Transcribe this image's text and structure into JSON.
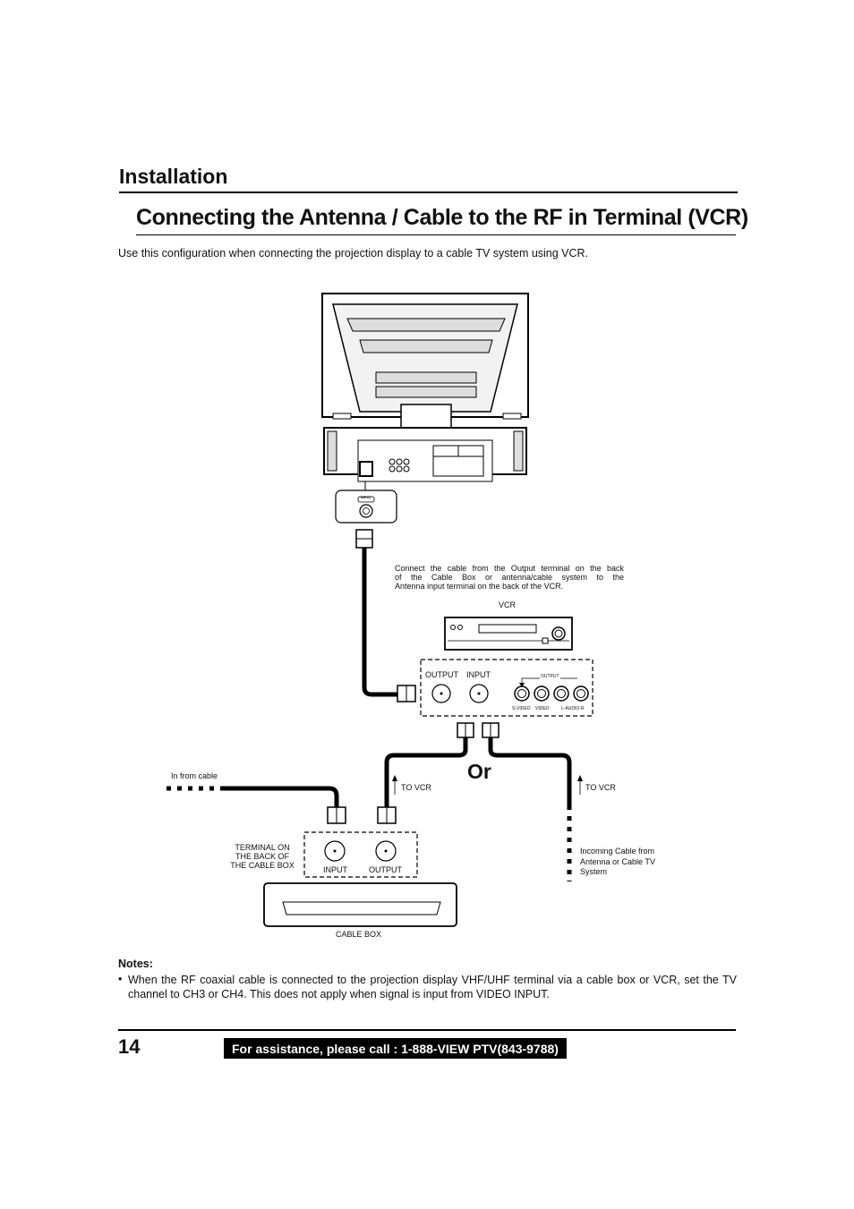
{
  "header": {
    "section": "Installation",
    "title": "Connecting the Antenna / Cable to the RF in Terminal (VCR)"
  },
  "intro": "Use this configuration when connecting the projection display to a cable TV system using VCR.",
  "diagram": {
    "tv_terminal_label": "INPUT",
    "vcr_note": [
      "Connect the cable from the Output terminal on the back",
      "of the Cable Box or antenna/cable system to the",
      "Antenna input terminal on the back of the VCR."
    ],
    "vcr_label": "VCR",
    "vcr_panel": {
      "output": "OUTPUT",
      "input": "INPUT",
      "av_output": "OUTPUT",
      "svideo": "S-VIDEO",
      "video": "VIDEO",
      "audio": "L-AUDIO-R"
    },
    "or_label": "Or",
    "in_from_cable": "In from cable",
    "to_vcr_left": "TO VCR",
    "to_vcr_right": "TO VCR",
    "cable_box_terminal": [
      "TERMINAL ON",
      "THE BACK OF",
      "THE CABLE BOX"
    ],
    "cable_box_input": "INPUT",
    "cable_box_output": "OUTPUT",
    "incoming_cable": [
      "Incoming Cable from",
      "Antenna or Cable TV",
      "System"
    ],
    "cable_box_label": "CABLE BOX"
  },
  "notes": {
    "title": "Notes:",
    "bullet": "•",
    "items": [
      "When the RF coaxial cable is connected to the projection display VHF/UHF terminal via a cable box or VCR, set the TV channel to CH3 or CH4. This does not apply when signal is input from VIDEO INPUT."
    ]
  },
  "footer": {
    "page_number": "14",
    "assistance": "For assistance, please call : 1-888-VIEW PTV(843-9788)"
  }
}
